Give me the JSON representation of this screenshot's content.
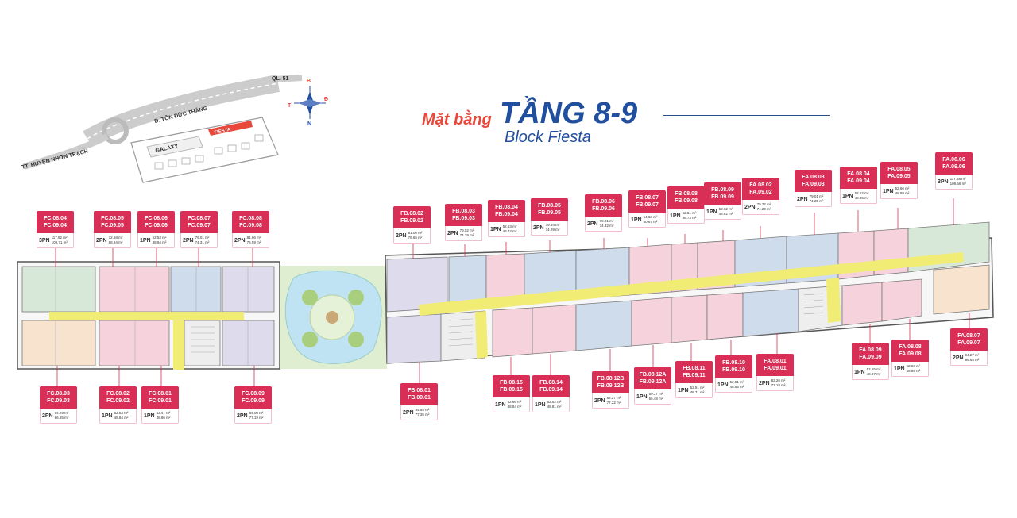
{
  "title": {
    "prefix": "Mặt bằng",
    "main": "TẦNG 8-9",
    "sub": "Block Fiesta"
  },
  "location_map": {
    "road_top": "QL. 51",
    "road_main": "Đ. TÔN ĐỨC THẮNG",
    "town": "TT. HUYỆN NHƠN TRẠCH",
    "block_galaxy": "GALAXY",
    "block_fiesta": "FIESTA",
    "compass": {
      "north": "B",
      "south": "N",
      "east": "Đ",
      "west": "T"
    }
  },
  "colors": {
    "label_header": "#d92e55",
    "title_accent": "#e8473a",
    "title_blue": "#1f4f9e",
    "corridor": "#f1ec74",
    "unit_pink": "#f6d3dc",
    "unit_blue": "#cfdcec",
    "unit_green": "#d8e8d8",
    "unit_peach": "#f8e3cf",
    "unit_lavender": "#dedcec",
    "fiesta_tag": "#e8473a"
  },
  "units": [
    {
      "codes": [
        "FC.08.04",
        "FC.09.04"
      ],
      "type": "3PN",
      "area": [
        "117.92 m²",
        "109.71 m²"
      ]
    },
    {
      "codes": [
        "FC.08.05",
        "FC.09.05"
      ],
      "type": "2PN",
      "area": [
        "72.68 m²",
        "68.94 m²"
      ]
    },
    {
      "codes": [
        "FC.08.06",
        "FC.09.06"
      ],
      "type": "1PN",
      "area": [
        "52.53 m²",
        "48.94 m²"
      ]
    },
    {
      "codes": [
        "FC.08.07",
        "FC.09.07"
      ],
      "type": "2PN",
      "area": [
        "79.01 m²",
        "74.31 m²"
      ]
    },
    {
      "codes": [
        "FC.08.08",
        "FC.09.08"
      ],
      "type": "2PN",
      "area": [
        "81.06 m²",
        "76.59 m²"
      ]
    },
    {
      "codes": [
        "FC.08.03",
        "FC.09.03"
      ],
      "type": "2PN",
      "area": [
        "94.29 m²",
        "86.85 m²"
      ]
    },
    {
      "codes": [
        "FC.08.02",
        "FC.09.02"
      ],
      "type": "1PN",
      "area": [
        "52.63 m²",
        "48.84 m²"
      ]
    },
    {
      "codes": [
        "FC.08.01",
        "FC.09.01"
      ],
      "type": "1PN",
      "area": [
        "52.47 m²",
        "48.86 m²"
      ]
    },
    {
      "codes": [
        "FC.08.09",
        "FC.09.09"
      ],
      "type": "2PN",
      "area": [
        "84.06 m²",
        "77.19 m²"
      ]
    },
    {
      "codes": [
        "FB.08.02",
        "FB.09.02"
      ],
      "type": "2PN",
      "area": [
        "81.06 m²",
        "76.65 m²"
      ]
    },
    {
      "codes": [
        "FB.08.03",
        "FB.09.03"
      ],
      "type": "2PN",
      "area": [
        "79.02 m²",
        "74.29 m²"
      ]
    },
    {
      "codes": [
        "FB.08.04",
        "FB.09.04"
      ],
      "type": "1PN",
      "area": [
        "52.53 m²",
        "48.42 m²"
      ]
    },
    {
      "codes": [
        "FB.08.05",
        "FB.09.05"
      ],
      "type": "2PN",
      "area": [
        "79.84 m²",
        "74.29 m²"
      ]
    },
    {
      "codes": [
        "FB.08.06",
        "FB.09.06"
      ],
      "type": "2PN",
      "area": [
        "79.21 m²",
        "74.32 m²"
      ]
    },
    {
      "codes": [
        "FB.08.07",
        "FB.09.07"
      ],
      "type": "1PN",
      "area": [
        "54.63 m²",
        "50.67 m²"
      ]
    },
    {
      "codes": [
        "FB.08.08",
        "FB.09.08"
      ],
      "type": "1PN",
      "area": [
        "52.51 m²",
        "48.73 m²"
      ]
    },
    {
      "codes": [
        "FB.08.09",
        "FB.09.09"
      ],
      "type": "1PN",
      "area": [
        "52.62 m²",
        "48.62 m²"
      ]
    },
    {
      "codes": [
        "FA.08.02",
        "FA.09.02"
      ],
      "type": "2PN",
      "area": [
        "79.22 m²",
        "74.29 m²"
      ]
    },
    {
      "codes": [
        "FA.08.03",
        "FA.09.03"
      ],
      "type": "2PN",
      "area": [
        "79.01 m²",
        "74.25 m²"
      ]
    },
    {
      "codes": [
        "FA.08.04",
        "FA.09.04"
      ],
      "type": "1PN",
      "area": [
        "52.52 m²",
        "48.85 m²"
      ]
    },
    {
      "codes": [
        "FA.08.05",
        "FA.09.05"
      ],
      "type": "1PN",
      "area": [
        "52.66 m²",
        "48.89 m²"
      ]
    },
    {
      "codes": [
        "FA.08.06",
        "FA.09.06"
      ],
      "type": "3PN",
      "area": [
        "117.68 m²",
        "109.56 m²"
      ]
    },
    {
      "codes": [
        "FB.08.01",
        "FB.09.01"
      ],
      "type": "2PN",
      "area": [
        "84.85 m²",
        "77.35 m²"
      ]
    },
    {
      "codes": [
        "FB.08.15",
        "FB.09.15"
      ],
      "type": "1PN",
      "area": [
        "52.66 m²",
        "48.84 m²"
      ]
    },
    {
      "codes": [
        "FB.08.14",
        "FB.09.14"
      ],
      "type": "1PN",
      "area": [
        "52.62 m²",
        "48.81 m²"
      ]
    },
    {
      "codes": [
        "FB.08.12B",
        "FB.09.12B"
      ],
      "type": "2PN",
      "area": [
        "82.27 m²",
        "77.22 m²"
      ]
    },
    {
      "codes": [
        "FB.08.12A",
        "FB.09.12A"
      ],
      "type": "1PN",
      "area": [
        "59.37 m²",
        "55.48 m²"
      ]
    },
    {
      "codes": [
        "FB.08.11",
        "FB.09.11"
      ],
      "type": "1PN",
      "area": [
        "52.51 m²",
        "48.71 m²"
      ]
    },
    {
      "codes": [
        "FB.08.10",
        "FB.09.10"
      ],
      "type": "1PN",
      "area": [
        "52.51 m²",
        "48.85 m²"
      ]
    },
    {
      "codes": [
        "FA.08.01",
        "FA.09.01"
      ],
      "type": "2PN",
      "area": [
        "82.26 m²",
        "77.18 m²"
      ]
    },
    {
      "codes": [
        "FA.08.09",
        "FA.09.09"
      ],
      "type": "1PN",
      "area": [
        "52.65 m²",
        "48.87 m²"
      ]
    },
    {
      "codes": [
        "FA.08.08",
        "FA.09.08"
      ],
      "type": "1PN",
      "area": [
        "52.63 m²",
        "48.85 m²"
      ]
    },
    {
      "codes": [
        "FA.08.07",
        "FA.09.07"
      ],
      "type": "2PN",
      "area": [
        "94.27 m²",
        "86.64 m²"
      ]
    }
  ]
}
